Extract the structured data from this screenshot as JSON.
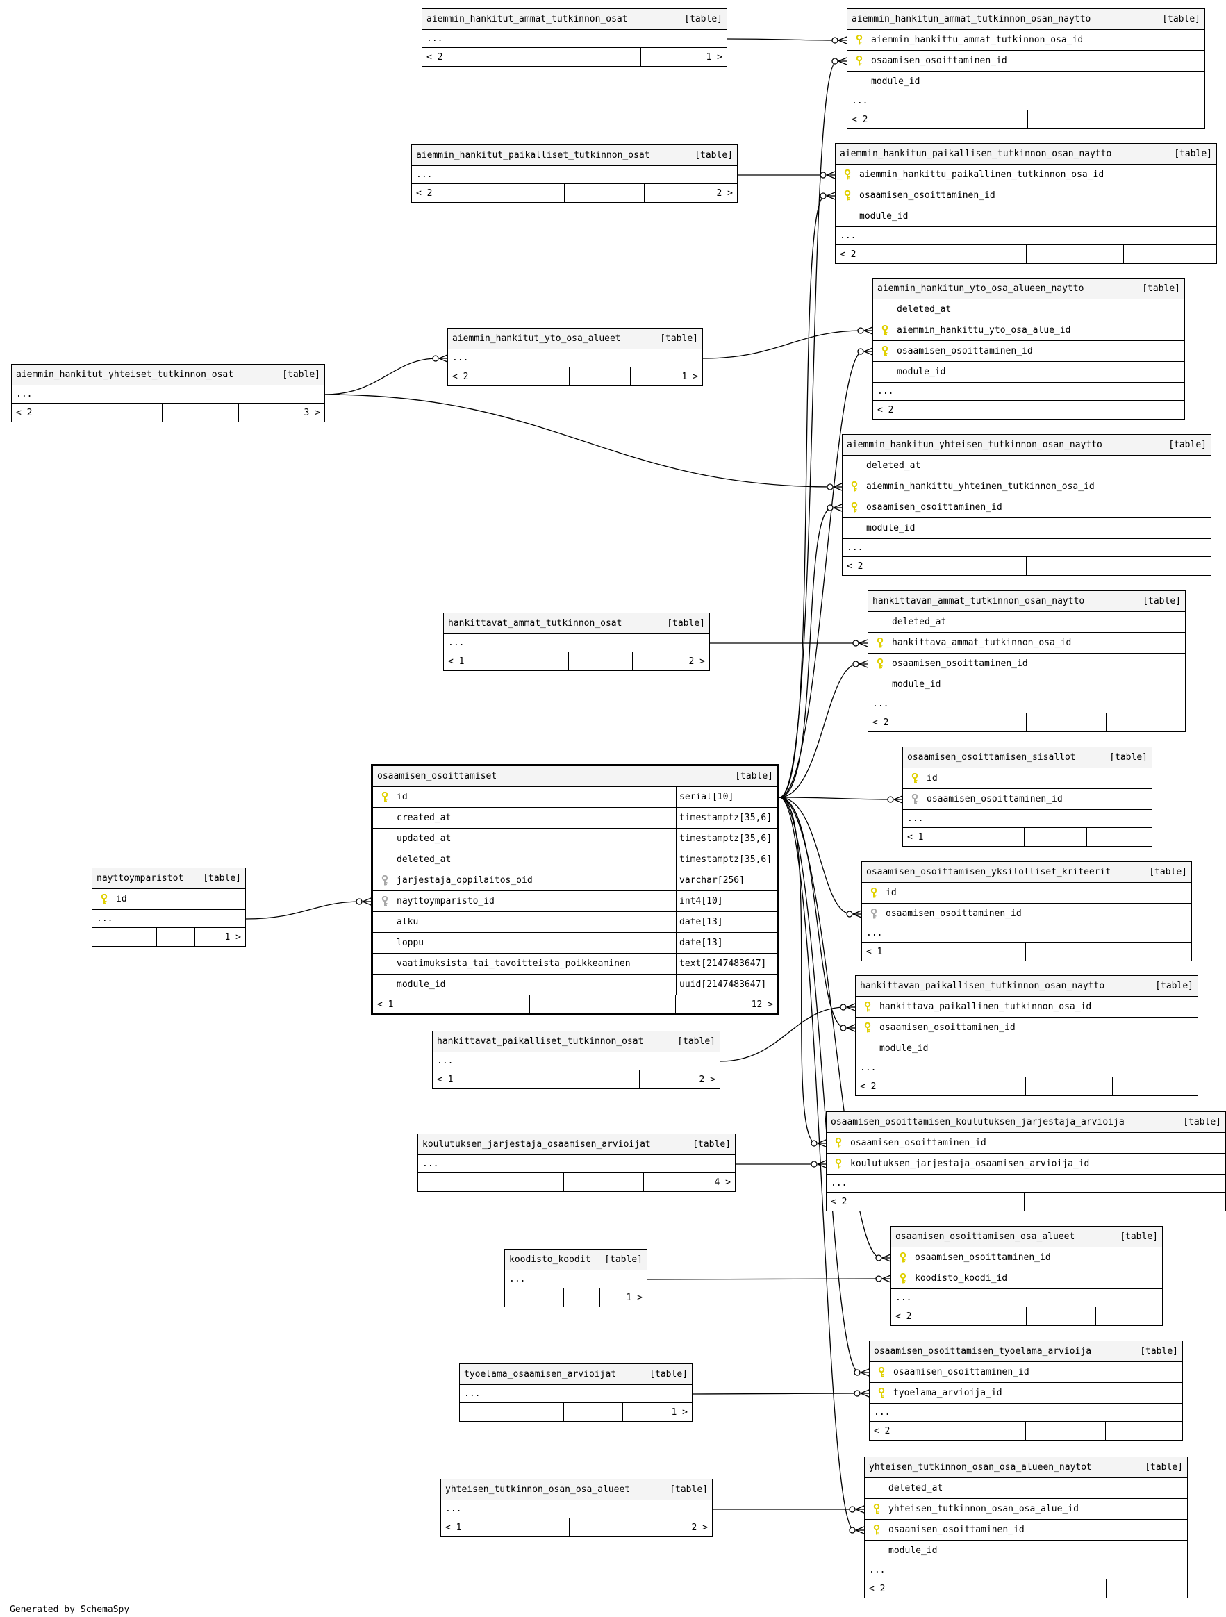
{
  "footer": "Generated by SchemaSpy",
  "table_tag": "[table]",
  "dots": "...",
  "tables": [
    {
      "id": "t1",
      "name": "aiemmin_hankitut_ammat_tutkinnon_osat",
      "columns": [],
      "foot_left": "< 2",
      "foot_right": "1 >"
    },
    {
      "id": "t2",
      "name": "aiemmin_hankitun_ammat_tutkinnon_osan_naytto",
      "columns": [
        {
          "key": "pk",
          "name": "aiemmin_hankittu_ammat_tutkinnon_osa_id"
        },
        {
          "key": "pk",
          "name": "osaamisen_osoittaminen_id"
        },
        {
          "key": "",
          "name": "module_id"
        }
      ],
      "foot_left": "< 2",
      "foot_right": ""
    },
    {
      "id": "t3",
      "name": "aiemmin_hankitut_paikalliset_tutkinnon_osat",
      "columns": [],
      "foot_left": "< 2",
      "foot_right": "2 >"
    },
    {
      "id": "t4",
      "name": "aiemmin_hankitun_paikallisen_tutkinnon_osan_naytto",
      "columns": [
        {
          "key": "pk",
          "name": "aiemmin_hankittu_paikallinen_tutkinnon_osa_id"
        },
        {
          "key": "pk",
          "name": "osaamisen_osoittaminen_id"
        },
        {
          "key": "",
          "name": "module_id"
        }
      ],
      "foot_left": "< 2",
      "foot_right": ""
    },
    {
      "id": "t5",
      "name": "aiemmin_hankitun_yto_osa_alueen_naytto",
      "columns": [
        {
          "key": "",
          "name": "deleted_at"
        },
        {
          "key": "pk",
          "name": "aiemmin_hankittu_yto_osa_alue_id"
        },
        {
          "key": "pk",
          "name": "osaamisen_osoittaminen_id"
        },
        {
          "key": "",
          "name": "module_id"
        }
      ],
      "foot_left": "< 2",
      "foot_right": ""
    },
    {
      "id": "t6",
      "name": "aiemmin_hankitut_yto_osa_alueet",
      "columns": [],
      "foot_left": "< 2",
      "foot_right": "1 >"
    },
    {
      "id": "t7",
      "name": "aiemmin_hankitut_yhteiset_tutkinnon_osat",
      "columns": [],
      "foot_left": "< 2",
      "foot_right": "3 >"
    },
    {
      "id": "t8",
      "name": "aiemmin_hankitun_yhteisen_tutkinnon_osan_naytto",
      "columns": [
        {
          "key": "",
          "name": "deleted_at"
        },
        {
          "key": "pk",
          "name": "aiemmin_hankittu_yhteinen_tutkinnon_osa_id"
        },
        {
          "key": "pk",
          "name": "osaamisen_osoittaminen_id"
        },
        {
          "key": "",
          "name": "module_id"
        }
      ],
      "foot_left": "< 2",
      "foot_right": ""
    },
    {
      "id": "t9",
      "name": "hankittavat_ammat_tutkinnon_osat",
      "columns": [],
      "foot_left": "< 1",
      "foot_right": "2 >"
    },
    {
      "id": "t10",
      "name": "hankittavan_ammat_tutkinnon_osan_naytto",
      "columns": [
        {
          "key": "",
          "name": "deleted_at"
        },
        {
          "key": "pk",
          "name": "hankittava_ammat_tutkinnon_osa_id"
        },
        {
          "key": "pk",
          "name": "osaamisen_osoittaminen_id"
        },
        {
          "key": "",
          "name": "module_id"
        }
      ],
      "foot_left": "< 2",
      "foot_right": ""
    },
    {
      "id": "t11",
      "name": "osaamisen_osoittamiset",
      "main": true,
      "columns": [
        {
          "key": "pk",
          "name": "id",
          "type": "serial[10]"
        },
        {
          "key": "",
          "name": "created_at",
          "type": "timestamptz[35,6]"
        },
        {
          "key": "",
          "name": "updated_at",
          "type": "timestamptz[35,6]"
        },
        {
          "key": "",
          "name": "deleted_at",
          "type": "timestamptz[35,6]"
        },
        {
          "key": "fk",
          "name": "jarjestaja_oppilaitos_oid",
          "type": "varchar[256]"
        },
        {
          "key": "fk",
          "name": "nayttoymparisto_id",
          "type": "int4[10]"
        },
        {
          "key": "",
          "name": "alku",
          "type": "date[13]"
        },
        {
          "key": "",
          "name": "loppu",
          "type": "date[13]"
        },
        {
          "key": "",
          "name": "vaatimuksista_tai_tavoitteista_poikkeaminen",
          "type": "text[2147483647]"
        },
        {
          "key": "",
          "name": "module_id",
          "type": "uuid[2147483647]"
        }
      ],
      "foot_left": "< 1",
      "foot_right": "12 >"
    },
    {
      "id": "t12",
      "name": "osaamisen_osoittamisen_sisallot",
      "columns": [
        {
          "key": "pk",
          "name": "id"
        },
        {
          "key": "fk",
          "name": "osaamisen_osoittaminen_id"
        }
      ],
      "foot_left": "< 1",
      "foot_right": ""
    },
    {
      "id": "t13",
      "name": "nayttoymparistot",
      "columns": [
        {
          "key": "pk",
          "name": "id"
        }
      ],
      "foot_left": "",
      "foot_right": "1 >"
    },
    {
      "id": "t14",
      "name": "osaamisen_osoittamisen_yksilolliset_kriteerit",
      "columns": [
        {
          "key": "pk",
          "name": "id"
        },
        {
          "key": "fk",
          "name": "osaamisen_osoittaminen_id"
        }
      ],
      "foot_left": "< 1",
      "foot_right": ""
    },
    {
      "id": "t15",
      "name": "hankittavan_paikallisen_tutkinnon_osan_naytto",
      "columns": [
        {
          "key": "pk",
          "name": "hankittava_paikallinen_tutkinnon_osa_id"
        },
        {
          "key": "pk",
          "name": "osaamisen_osoittaminen_id"
        },
        {
          "key": "",
          "name": "module_id"
        }
      ],
      "foot_left": "< 2",
      "foot_right": ""
    },
    {
      "id": "t16",
      "name": "hankittavat_paikalliset_tutkinnon_osat",
      "columns": [],
      "foot_left": "< 1",
      "foot_right": "2 >"
    },
    {
      "id": "t17",
      "name": "osaamisen_osoittamisen_koulutuksen_jarjestaja_arvioija",
      "columns": [
        {
          "key": "pk",
          "name": "osaamisen_osoittaminen_id"
        },
        {
          "key": "pk",
          "name": "koulutuksen_jarjestaja_osaamisen_arvioija_id"
        }
      ],
      "foot_left": "< 2",
      "foot_right": ""
    },
    {
      "id": "t18",
      "name": "koulutuksen_jarjestaja_osaamisen_arvioijat",
      "columns": [],
      "foot_left": "",
      "foot_right": "4 >"
    },
    {
      "id": "t19",
      "name": "osaamisen_osoittamisen_osa_alueet",
      "columns": [
        {
          "key": "pk",
          "name": "osaamisen_osoittaminen_id"
        },
        {
          "key": "pk",
          "name": "koodisto_koodi_id"
        }
      ],
      "foot_left": "< 2",
      "foot_right": ""
    },
    {
      "id": "t20",
      "name": "koodisto_koodit",
      "columns": [],
      "foot_left": "",
      "foot_right": "1 >"
    },
    {
      "id": "t21",
      "name": "osaamisen_osoittamisen_tyoelama_arvioija",
      "columns": [
        {
          "key": "pk",
          "name": "osaamisen_osoittaminen_id"
        },
        {
          "key": "pk",
          "name": "tyoelama_arvioija_id"
        }
      ],
      "foot_left": "< 2",
      "foot_right": ""
    },
    {
      "id": "t22",
      "name": "tyoelama_osaamisen_arvioijat",
      "columns": [],
      "foot_left": "",
      "foot_right": "1 >"
    },
    {
      "id": "t23",
      "name": "yhteisen_tutkinnon_osan_osa_alueen_naytot",
      "columns": [
        {
          "key": "",
          "name": "deleted_at"
        },
        {
          "key": "pk",
          "name": "yhteisen_tutkinnon_osan_osa_alue_id"
        },
        {
          "key": "pk",
          "name": "osaamisen_osoittaminen_id"
        },
        {
          "key": "",
          "name": "module_id"
        }
      ],
      "foot_left": "< 2",
      "foot_right": ""
    },
    {
      "id": "t24",
      "name": "yhteisen_tutkinnon_osan_osa_alueet",
      "columns": [],
      "foot_left": "< 1",
      "foot_right": "2 >"
    }
  ],
  "relationships": [
    {
      "from": "t1",
      "to": "t2",
      "to_column": "aiemmin_hankittu_ammat_tutkinnon_osa_id"
    },
    {
      "from": "t3",
      "to": "t4",
      "to_column": "aiemmin_hankittu_paikallinen_tutkinnon_osa_id"
    },
    {
      "from": "t6",
      "to": "t5",
      "to_column": "aiemmin_hankittu_yto_osa_alue_id"
    },
    {
      "from": "t7",
      "to": "t6",
      "to_column": ""
    },
    {
      "from": "t7",
      "to": "t8",
      "to_column": "aiemmin_hankittu_yhteinen_tutkinnon_osa_id"
    },
    {
      "from": "t9",
      "to": "t10",
      "to_column": "hankittava_ammat_tutkinnon_osa_id"
    },
    {
      "from": "t13",
      "to": "t11",
      "to_column": "nayttoymparisto_id"
    },
    {
      "from": "t11",
      "to": "t2",
      "to_column": "osaamisen_osoittaminen_id"
    },
    {
      "from": "t11",
      "to": "t4",
      "to_column": "osaamisen_osoittaminen_id"
    },
    {
      "from": "t11",
      "to": "t5",
      "to_column": "osaamisen_osoittaminen_id"
    },
    {
      "from": "t11",
      "to": "t8",
      "to_column": "osaamisen_osoittaminen_id"
    },
    {
      "from": "t11",
      "to": "t10",
      "to_column": "osaamisen_osoittaminen_id"
    },
    {
      "from": "t11",
      "to": "t12",
      "to_column": "osaamisen_osoittaminen_id"
    },
    {
      "from": "t11",
      "to": "t14",
      "to_column": "osaamisen_osoittaminen_id"
    },
    {
      "from": "t11",
      "to": "t15",
      "to_column": "osaamisen_osoittaminen_id"
    },
    {
      "from": "t16",
      "to": "t15",
      "to_column": "hankittava_paikallinen_tutkinnon_osa_id"
    },
    {
      "from": "t11",
      "to": "t17",
      "to_column": "osaamisen_osoittaminen_id"
    },
    {
      "from": "t18",
      "to": "t17",
      "to_column": "koulutuksen_jarjestaja_osaamisen_arvioija_id"
    },
    {
      "from": "t11",
      "to": "t19",
      "to_column": "osaamisen_osoittaminen_id"
    },
    {
      "from": "t20",
      "to": "t19",
      "to_column": "koodisto_koodi_id"
    },
    {
      "from": "t11",
      "to": "t21",
      "to_column": "osaamisen_osoittaminen_id"
    },
    {
      "from": "t22",
      "to": "t21",
      "to_column": "tyoelama_arvioija_id"
    },
    {
      "from": "t11",
      "to": "t23",
      "to_column": "osaamisen_osoittaminen_id"
    },
    {
      "from": "t24",
      "to": "t23",
      "to_column": "yhteisen_tutkinnon_osan_osa_alue_id"
    }
  ],
  "colors": {
    "primary_key": "#e0d000",
    "foreign_key": "#a8a8a8",
    "header_bg": "#f4f4f4",
    "line": "#000000"
  }
}
